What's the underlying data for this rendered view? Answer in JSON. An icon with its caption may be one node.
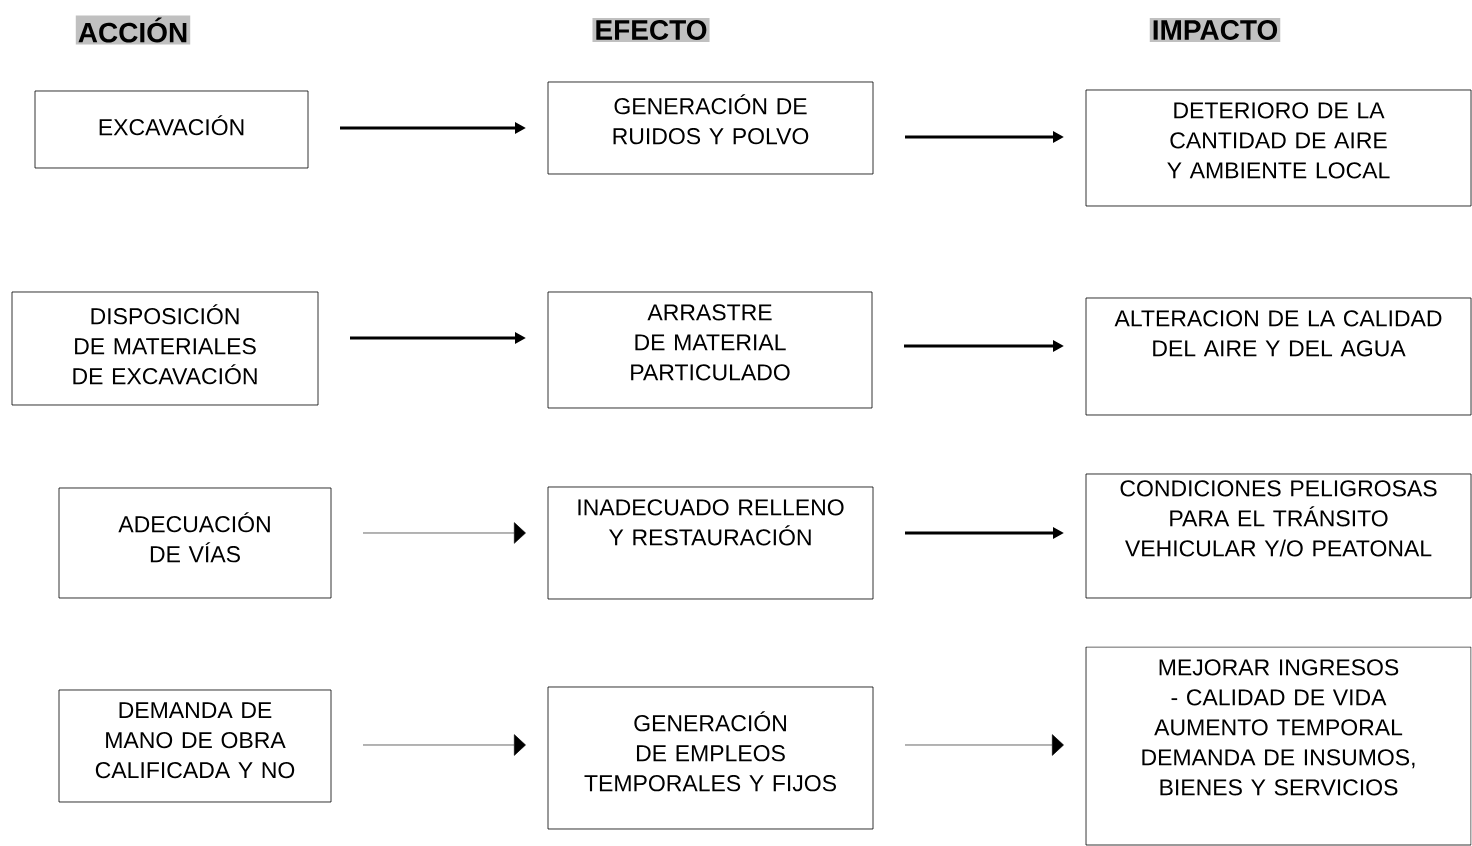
{
  "diagram": {
    "nodes": [
      {
        "text": [
          "EXCAVACIÓN"
        ]
      },
      {
        "text": [
          "GENERACIÓN DE RUIDOS Y POLVO"
        ]
      },
      {
        "text": [
          "DETERIORO DE LA CANTIDAD DE AIRE Y AMBIENTE LOCAL"
        ]
      },
      {
        "text": [
          "DISPOSICIÓN DE MATERIALES DE EXCAVACIÓN"
        ]
      },
      {
        "text": [
          "ARRASTRE DE MATERIAL PARTICULADO"
        ]
      },
      {
        "text": [
          "ALTERACION DE LA CALIDAD DEL AIRE Y DEL AGUA"
        ]
      },
      {
        "text": [
          "ADECUACIÓN DE VÍAS"
        ]
      },
      {
        "text": [
          "INADECUADO RELLENO Y RESTAURACIÓN"
        ]
      },
      {
        "text": [
          "CONDICIONES PELIGROSAS PARA EL TRÁNSITO VEHICULAR Y/O PEATONAL"
        ]
      },
      {
        "text": [
          "DEMANDA DE MANO DE OBRA CALIFICADA Y NO"
        ]
      },
      {
        "text": [
          "GENERACIÓN DE EMPLEOS TEMPORALES Y FIJOS"
        ]
      },
      {
        "text": [
          "MEJORAR INGRESOS - CALIDAD DE VIDA AUMENTO TEMPORAL DEMANDA DE INSUMOS, BIENES Y SERVICIOS"
        ]
      }
    ],
    "edges": [
      {
        "from": 0,
        "to": 1,
        "arrow": "to"
      },
      {
        "from": 1,
        "to": 2,
        "arrow": "to"
      },
      {
        "from": 3,
        "to": 4,
        "arrow": "to"
      },
      {
        "from": 4,
        "to": 5,
        "arrow": "to"
      },
      {
        "from": 6,
        "to": 7,
        "arrow": "to"
      },
      {
        "from": 7,
        "to": 8,
        "arrow": "to"
      },
      {
        "from": 9,
        "to": 10,
        "arrow": "to"
      },
      {
        "from": 10,
        "to": 11,
        "arrow": "to"
      }
    ],
    "labels": [
      "ACCIÓN",
      "EFECTO",
      "IMPACTO"
    ]
  }
}
